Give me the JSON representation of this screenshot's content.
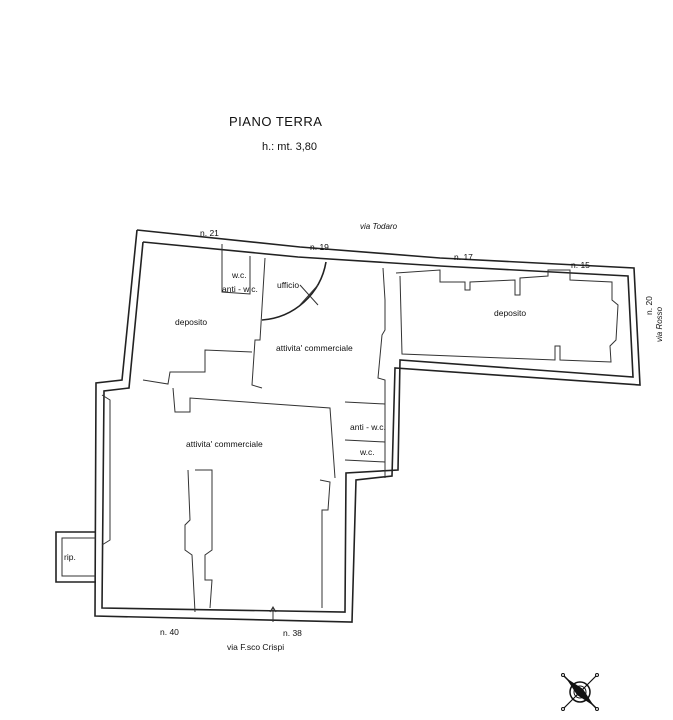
{
  "title": "PIANO TERRA",
  "height_note": "h.: mt. 3,80",
  "streets": {
    "north": "via Todaro",
    "east": "via Rosso",
    "south": "via F.sco Crispi"
  },
  "house_numbers": {
    "n21": "n. 21",
    "n19": "n. 19",
    "n17": "n. 17",
    "n15": "n. 15",
    "n20": "n. 20",
    "n40": "n. 40",
    "n38": "n. 38"
  },
  "rooms": {
    "deposito_left": "deposito",
    "wc_top": "w.c.",
    "antiwc_top": "anti - w.c.",
    "ufficio": "ufficio",
    "attivita_top": "attivita' commerciale",
    "deposito_right": "deposito",
    "attivita_main": "attivita' commerciale",
    "antiwc_bottom": "anti - w.c.",
    "wc_bottom": "w.c.",
    "rip": "rip."
  },
  "compass_icon": "compass-rose-icon"
}
